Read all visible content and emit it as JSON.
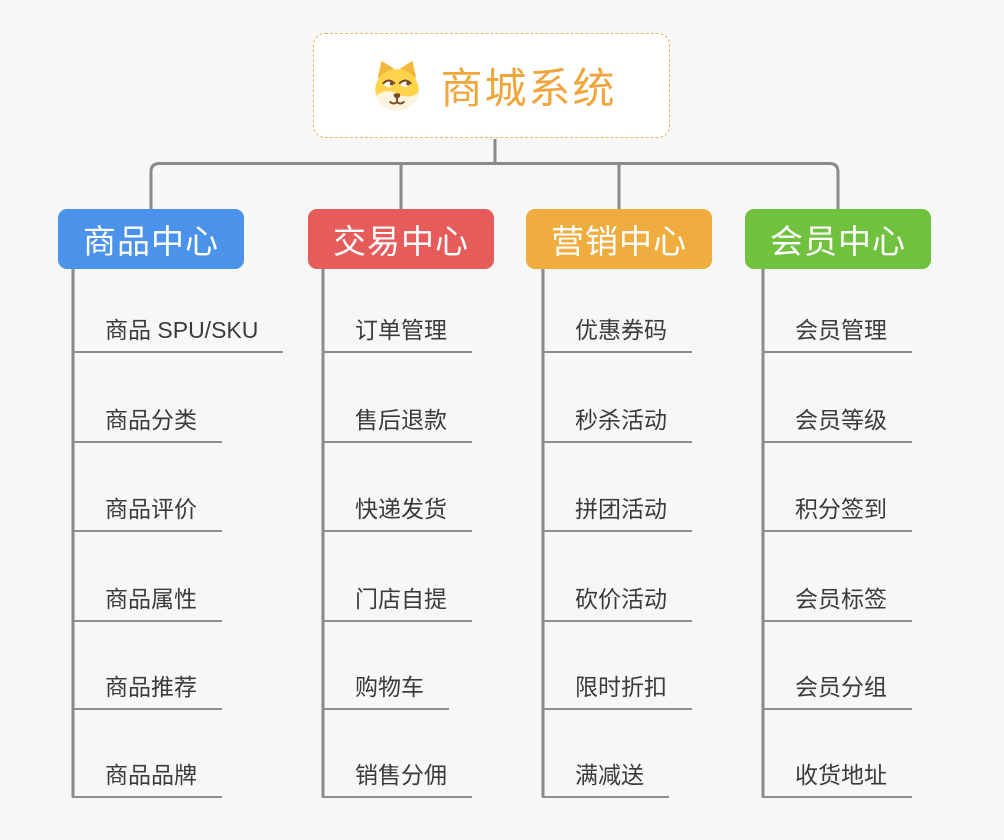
{
  "root": {
    "title": "商城系统",
    "icon": "dog-face"
  },
  "branches": [
    {
      "label": "商品中心",
      "color": "#4B93EA",
      "items": [
        "商品 SPU/SKU",
        "商品分类",
        "商品评价",
        "商品属性",
        "商品推荐",
        "商品品牌"
      ]
    },
    {
      "label": "交易中心",
      "color": "#E65C5B",
      "items": [
        "订单管理",
        "售后退款",
        "快递发货",
        "门店自提",
        "购物车",
        "销售分佣"
      ]
    },
    {
      "label": "营销中心",
      "color": "#EFAD40",
      "items": [
        "优惠券码",
        "秒杀活动",
        "拼团活动",
        "砍价活动",
        "限时折扣",
        "满减送"
      ]
    },
    {
      "label": "会员中心",
      "color": "#6FC13E",
      "items": [
        "会员管理",
        "会员等级",
        "积分签到",
        "会员标签",
        "会员分组",
        "收货地址"
      ]
    }
  ],
  "colors": {
    "background": "#F7F7F7",
    "connector": "#8A8A8A",
    "leaf_underline": "#8D8D8D",
    "leaf_text": "#3B3B3B",
    "root_title": "#F0A63C",
    "root_border": "#F0B45E"
  }
}
